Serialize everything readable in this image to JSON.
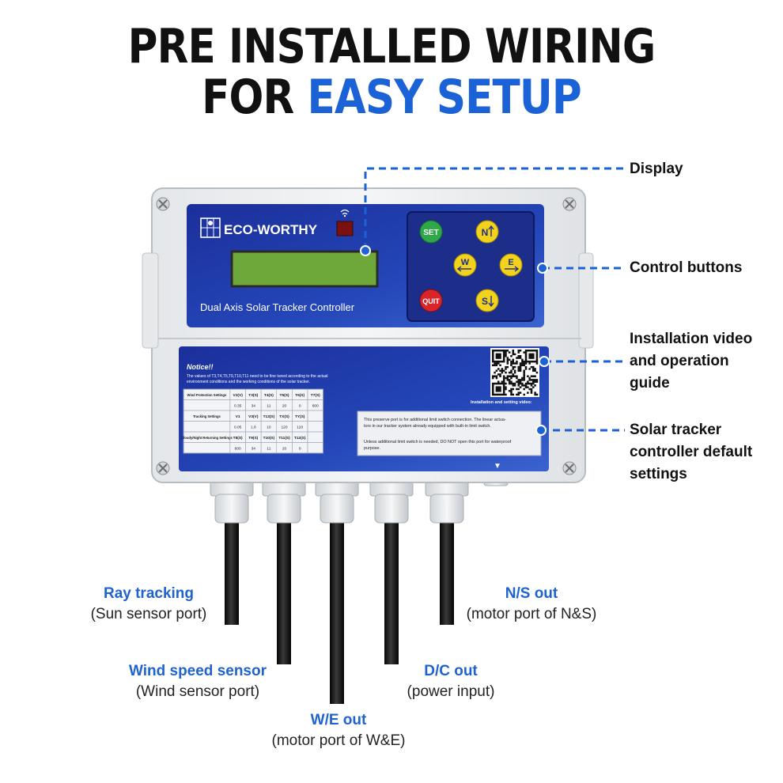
{
  "headline": {
    "line1": "PRE INSTALLED WIRING",
    "line2_part1": "FOR ",
    "line2_part2": "EASY SETUP"
  },
  "device": {
    "brand": "ECO-WORTHY",
    "model": "Dual Axis Solar Tracker Controller",
    "buttons": {
      "set": "SET",
      "north": "N",
      "west": "W",
      "east": "E",
      "quit": "QUIT",
      "south": "S"
    },
    "notice_title": "Notice!!",
    "notice_text_1": "The values of T3,T4,T5,T9,T10,T11 need to be fine tuned according to the actual",
    "notice_text_2": "environment conditions and the working conditions of the solar tracker.",
    "table": {
      "rows": [
        [
          "Wind Protection Settings",
          "V2(V)",
          "T3(S)",
          "T4(S)",
          "T5(S)",
          "T6(S)",
          "T7(S)"
        ],
        [
          "",
          "0.35",
          "34",
          "11",
          "20",
          "0",
          "600"
        ],
        [
          "Tracking Settings",
          "V1",
          "V3(V)",
          "T13(S)",
          "TX(S)",
          "TY(S)",
          ""
        ],
        [
          "",
          "0.05",
          "1.8",
          "10",
          "120",
          "120",
          ""
        ],
        [
          "Cloudy/Night Returning Settings",
          "T8(S)",
          "T9(S)",
          "T10(S)",
          "T11(S)",
          "T12(S)",
          ""
        ],
        [
          "",
          "600",
          "34",
          "11",
          "20",
          "0",
          ""
        ]
      ]
    },
    "qr_caption": "Installation and setting video:",
    "port_note_1": "This preserve port is for additional limit switch connection. The linear actua-",
    "port_note_2": "tors in our tracker system already equipped with built-in limit switch.",
    "port_note_3": "Unless additional limit switch is needed, DO NOT open this port for waterproof",
    "port_note_4": "purpose.",
    "arrow_glyph": "▼"
  },
  "callouts": {
    "display": "Display",
    "control_buttons": "Control buttons",
    "video_line1": "Installation video",
    "video_line2": "and operation",
    "video_line3": "guide",
    "defaults_line1": "Solar tracker",
    "defaults_line2": "controller default",
    "defaults_line3": "settings"
  },
  "ports": {
    "ray": {
      "title": "Ray tracking",
      "sub": "(Sun sensor port)"
    },
    "wind": {
      "title": "Wind speed sensor",
      "sub": "(Wind sensor port)"
    },
    "we": {
      "title": "W/E out",
      "sub": "(motor port of W&E)"
    },
    "dc": {
      "title": "D/C out",
      "sub": "(power input)"
    },
    "ns": {
      "title": "N/S out",
      "sub": "(motor port of N&S)"
    }
  },
  "colors": {
    "accent_blue": "#1a62d6",
    "panel_blue": "#1e3aa8",
    "lcd_green": "#6fa83a",
    "set_button": "#2fa84a",
    "quit_button": "#d9242a",
    "dir_button": "#f2d21c"
  }
}
